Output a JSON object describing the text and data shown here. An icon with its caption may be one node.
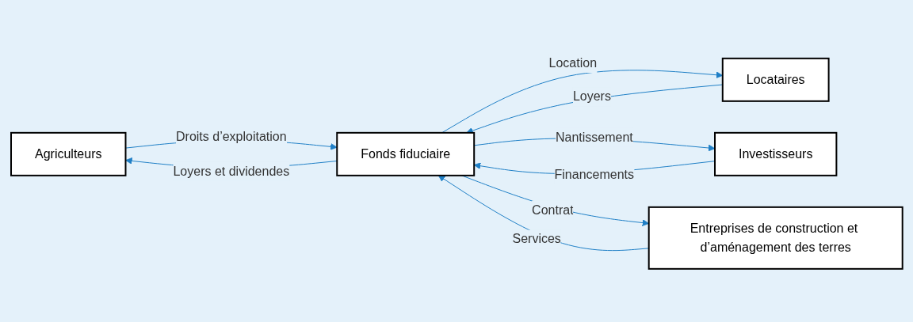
{
  "diagram": {
    "nodes": [
      {
        "text": [
          "Agriculteurs"
        ]
      },
      {
        "text": [
          "Fonds fiduciaire"
        ]
      },
      {
        "text": [
          "Locataires"
        ]
      },
      {
        "text": [
          "Investisseurs"
        ]
      },
      {
        "text": [
          "Entreprises de construction et d’aménagement des terres"
        ]
      }
    ],
    "edges": [
      {
        "from": 0,
        "to": 1,
        "arrow": "to",
        "label": "Droits d’exploitation"
      },
      {
        "from": 1,
        "to": 0,
        "arrow": "to",
        "label": "Loyers et dividendes"
      },
      {
        "from": 1,
        "to": 2,
        "arrow": "to",
        "label": "Location"
      },
      {
        "from": 2,
        "to": 1,
        "arrow": "to",
        "label": "Loyers"
      },
      {
        "from": 1,
        "to": 3,
        "arrow": "to",
        "label": "Nantissement"
      },
      {
        "from": 3,
        "to": 1,
        "arrow": "to",
        "label": "Financements"
      },
      {
        "from": 1,
        "to": 4,
        "arrow": "to",
        "label": "Contrat"
      },
      {
        "from": 4,
        "to": 1,
        "arrow": "to",
        "label": "Services"
      }
    ]
  }
}
